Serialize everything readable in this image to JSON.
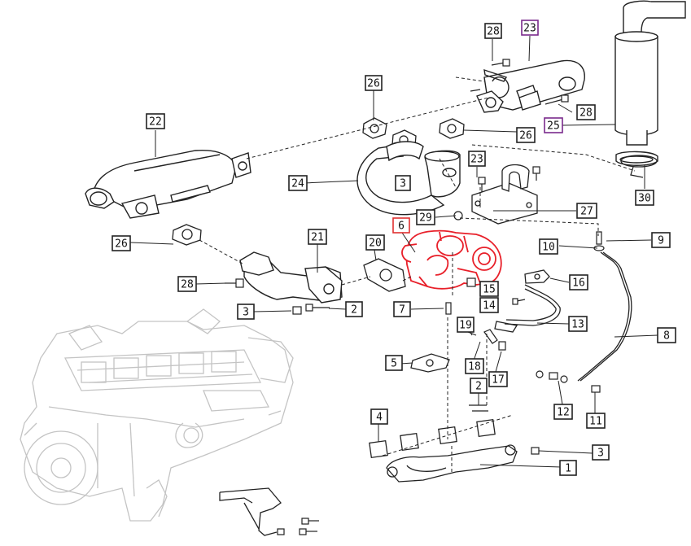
{
  "diagram": {
    "colors": {
      "line": "#222222",
      "ghost": "#bdbdbd",
      "highlight": "#e8202a",
      "purple": "#7a2a8c",
      "red_box": "#e03030"
    },
    "callouts": [
      {
        "id": "c28a",
        "label": "28",
        "style": "black"
      },
      {
        "id": "c23",
        "label": "23",
        "style": "purple"
      },
      {
        "id": "c26a",
        "label": "26",
        "style": "black"
      },
      {
        "id": "c28b",
        "label": "28",
        "style": "black"
      },
      {
        "id": "c25",
        "label": "25",
        "style": "purple"
      },
      {
        "id": "c22",
        "label": "22",
        "style": "black"
      },
      {
        "id": "c26b",
        "label": "26",
        "style": "black"
      },
      {
        "id": "c23b",
        "label": "23",
        "style": "black"
      },
      {
        "id": "c24",
        "label": "24",
        "style": "black"
      },
      {
        "id": "c3a",
        "label": "3",
        "style": "black"
      },
      {
        "id": "c30",
        "label": "30",
        "style": "black"
      },
      {
        "id": "c27",
        "label": "27",
        "style": "black"
      },
      {
        "id": "c29",
        "label": "29",
        "style": "black"
      },
      {
        "id": "c6",
        "label": "6",
        "style": "red"
      },
      {
        "id": "c26c",
        "label": "26",
        "style": "black"
      },
      {
        "id": "c21",
        "label": "21",
        "style": "black"
      },
      {
        "id": "c20",
        "label": "20",
        "style": "black"
      },
      {
        "id": "c10",
        "label": "10",
        "style": "black"
      },
      {
        "id": "c9",
        "label": "9",
        "style": "black"
      },
      {
        "id": "c28c",
        "label": "28",
        "style": "black"
      },
      {
        "id": "c16",
        "label": "16",
        "style": "black"
      },
      {
        "id": "c15",
        "label": "15",
        "style": "black"
      },
      {
        "id": "c14",
        "label": "14",
        "style": "black"
      },
      {
        "id": "c3b",
        "label": "3",
        "style": "black"
      },
      {
        "id": "c2a",
        "label": "2",
        "style": "black"
      },
      {
        "id": "c7",
        "label": "7",
        "style": "black"
      },
      {
        "id": "c13",
        "label": "13",
        "style": "black"
      },
      {
        "id": "c19",
        "label": "19",
        "style": "black"
      },
      {
        "id": "c8",
        "label": "8",
        "style": "black"
      },
      {
        "id": "c5",
        "label": "5",
        "style": "black"
      },
      {
        "id": "c18",
        "label": "18",
        "style": "black"
      },
      {
        "id": "c17",
        "label": "17",
        "style": "black"
      },
      {
        "id": "c12",
        "label": "12",
        "style": "black"
      },
      {
        "id": "c11",
        "label": "11",
        "style": "black"
      },
      {
        "id": "c2b",
        "label": "2",
        "style": "black"
      },
      {
        "id": "c4",
        "label": "4",
        "style": "black"
      },
      {
        "id": "c3c",
        "label": "3",
        "style": "black"
      },
      {
        "id": "c1",
        "label": "1",
        "style": "black"
      }
    ]
  }
}
